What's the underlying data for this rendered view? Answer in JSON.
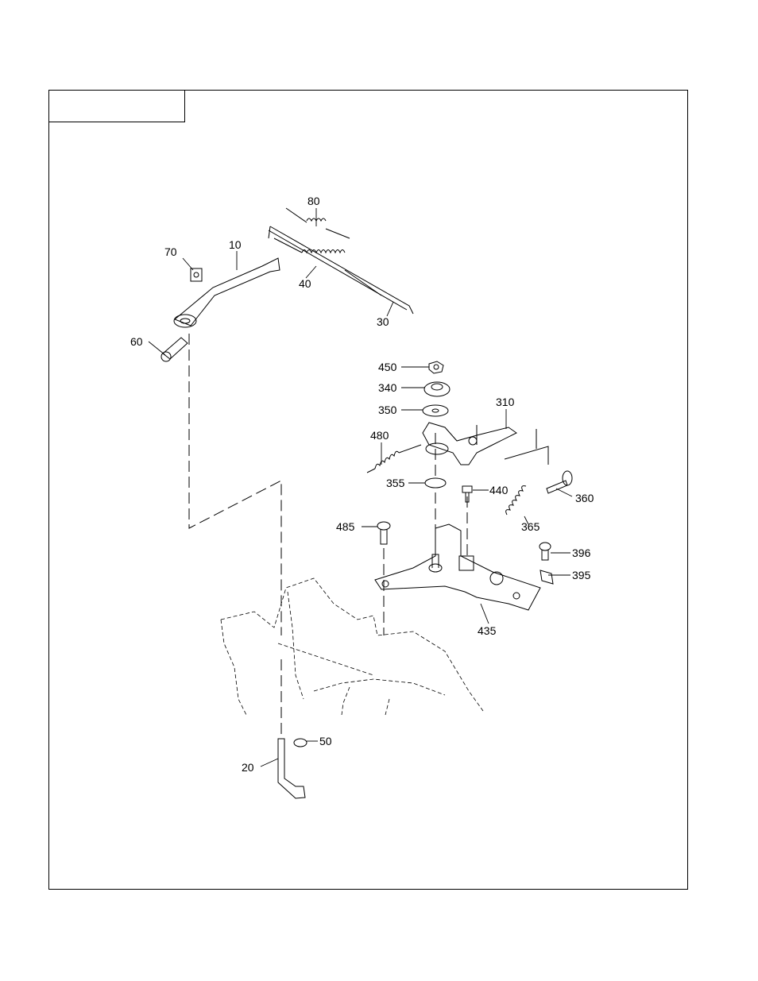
{
  "diagram": {
    "labels": {
      "p10": "10",
      "p20": "20",
      "p30": "30",
      "p40": "40",
      "p50": "50",
      "p60": "60",
      "p70": "70",
      "p80": "80",
      "p310": "310",
      "p340": "340",
      "p350": "350",
      "p355": "355",
      "p360": "360",
      "p365": "365",
      "p395": "395",
      "p396": "396",
      "p435": "435",
      "p440": "440",
      "p450": "450",
      "p480": "480",
      "p485": "485"
    }
  }
}
